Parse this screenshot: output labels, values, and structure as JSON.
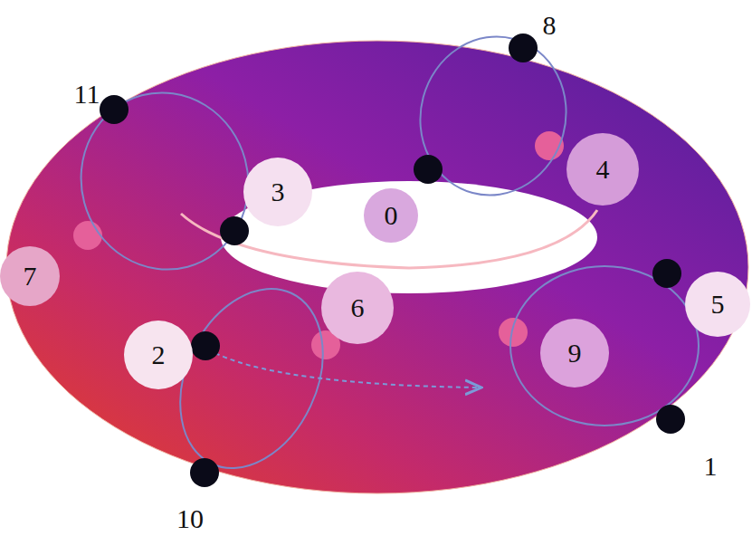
{
  "diagram": {
    "nodes": [
      {
        "text": [
          "3"
        ]
      },
      {
        "text": [
          "0"
        ]
      },
      {
        "text": [
          "4"
        ]
      },
      {
        "text": [
          "7"
        ]
      },
      {
        "text": [
          "6"
        ]
      },
      {
        "text": [
          "5"
        ]
      },
      {
        "text": [
          "2"
        ]
      },
      {
        "text": [
          "9"
        ]
      }
    ],
    "labels": [
      "8",
      "11",
      "1",
      "10"
    ]
  }
}
